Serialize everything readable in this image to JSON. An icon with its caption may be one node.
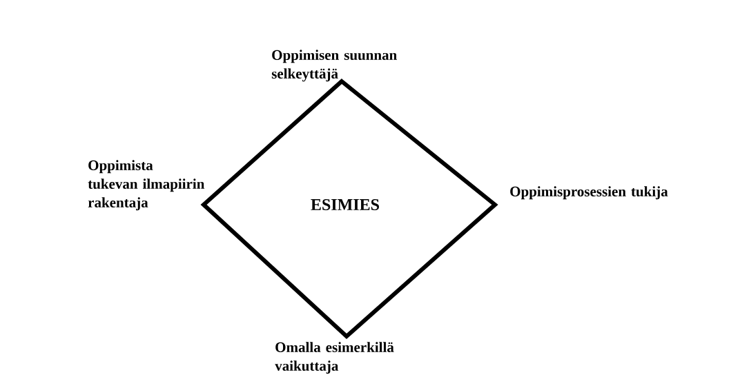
{
  "diagram": {
    "nodes": [
      {
        "text": [
          "ESIMIES"
        ],
        "beside": [
          "Oppimisen suunnan selkeyttäjä",
          "Oppimisprosessien tukija",
          "Omalla esimerkillä vaikuttaja",
          "Oppimista tukevan ilmapiirin rakentaja"
        ]
      }
    ]
  }
}
